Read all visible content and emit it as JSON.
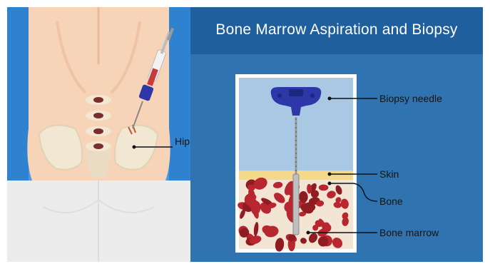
{
  "title": "Bone Marrow Aspiration and Biopsy",
  "labels": {
    "hip_bone": "Hip bone",
    "biopsy_needle": "Biopsy needle",
    "skin": "Skin",
    "bone": "Bone",
    "bone_marrow": "Bone marrow"
  },
  "colors": {
    "title_bar": "#1f5f9e",
    "panel_blue": "#2f74b0",
    "skin_tone": "#f7d3b8",
    "needle_handle": "#2e37a8",
    "marrow_red": "#b8272f",
    "bone_fill": "#f5ece0"
  },
  "icons": [
    "syringe-icon",
    "biopsy-needle-icon"
  ]
}
